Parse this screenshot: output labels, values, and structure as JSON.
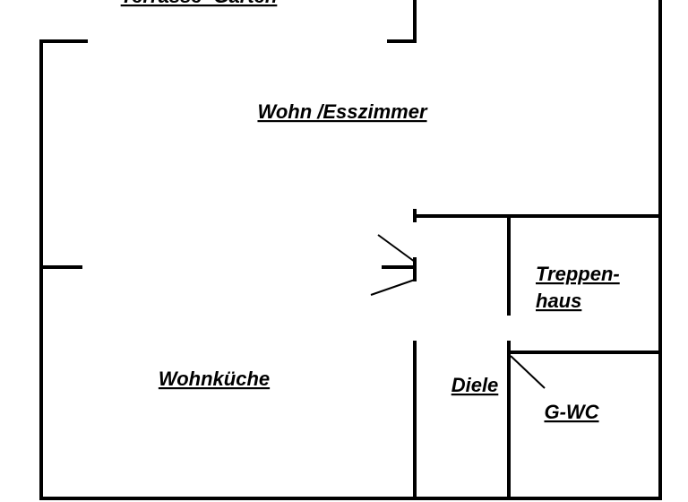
{
  "floor_plan": {
    "colors": {
      "wall": "#000000",
      "background": "#ffffff",
      "text": "#000000"
    },
    "rooms": {
      "terrace": "Terrasse~Garten",
      "living_dining": "Wohn /Esszimmer",
      "kitchen": "Wohnküche",
      "hall": "Diele",
      "stairwell_line1": "Treppen-",
      "stairwell_line2": "haus",
      "guest_wc": "G-WC"
    }
  }
}
